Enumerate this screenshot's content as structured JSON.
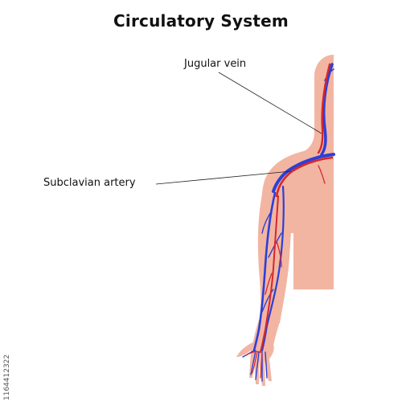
{
  "title": "Circulatory System",
  "labels": {
    "jugular": "Jugular vein",
    "subclavian": "Subclavian artery"
  },
  "stock_id": "1164412322",
  "colors": {
    "skin": "#f2b5a2",
    "skin_dark": "#e59e89",
    "artery": "#d7262a",
    "vein": "#2d3fd6",
    "leader": "#222222"
  }
}
